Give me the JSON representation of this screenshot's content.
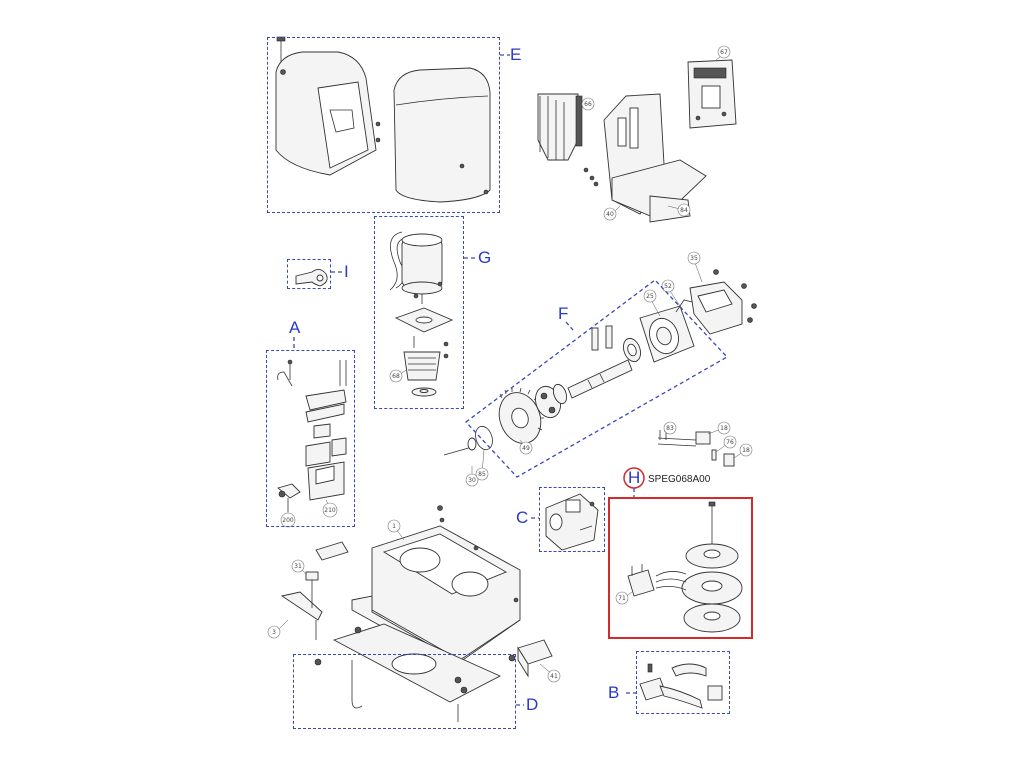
{
  "groups": {
    "E": "E",
    "G": "G",
    "I": "I",
    "A": "A",
    "F": "F",
    "C": "C",
    "H": "H",
    "D": "D",
    "B": "B"
  },
  "highlighted_group": {
    "letter": "H",
    "code": "SPEG068A00",
    "color": "#d32a2a"
  },
  "callouts": [
    {
      "id": "67",
      "label": "67"
    },
    {
      "id": "66",
      "label": "66"
    },
    {
      "id": "40",
      "label": "40"
    },
    {
      "id": "84",
      "label": "84"
    },
    {
      "id": "35",
      "label": "35"
    },
    {
      "id": "52",
      "label": "52"
    },
    {
      "id": "25",
      "label": "25"
    },
    {
      "id": "68",
      "label": "68"
    },
    {
      "id": "49",
      "label": "49"
    },
    {
      "id": "30",
      "label": "30"
    },
    {
      "id": "85",
      "label": "85"
    },
    {
      "id": "83",
      "label": "83"
    },
    {
      "id": "18a",
      "label": "18"
    },
    {
      "id": "76",
      "label": "76"
    },
    {
      "id": "18b",
      "label": "18"
    },
    {
      "id": "200",
      "label": "200"
    },
    {
      "id": "210",
      "label": "210"
    },
    {
      "id": "1",
      "label": "1"
    },
    {
      "id": "31",
      "label": "31"
    },
    {
      "id": "3",
      "label": "3"
    },
    {
      "id": "41",
      "label": "41"
    },
    {
      "id": "71",
      "label": "71"
    }
  ],
  "colors": {
    "group_border": "#3a48b8",
    "group_label": "#2a38c8",
    "highlight": "#d32a2a",
    "line_art": "#333333"
  }
}
